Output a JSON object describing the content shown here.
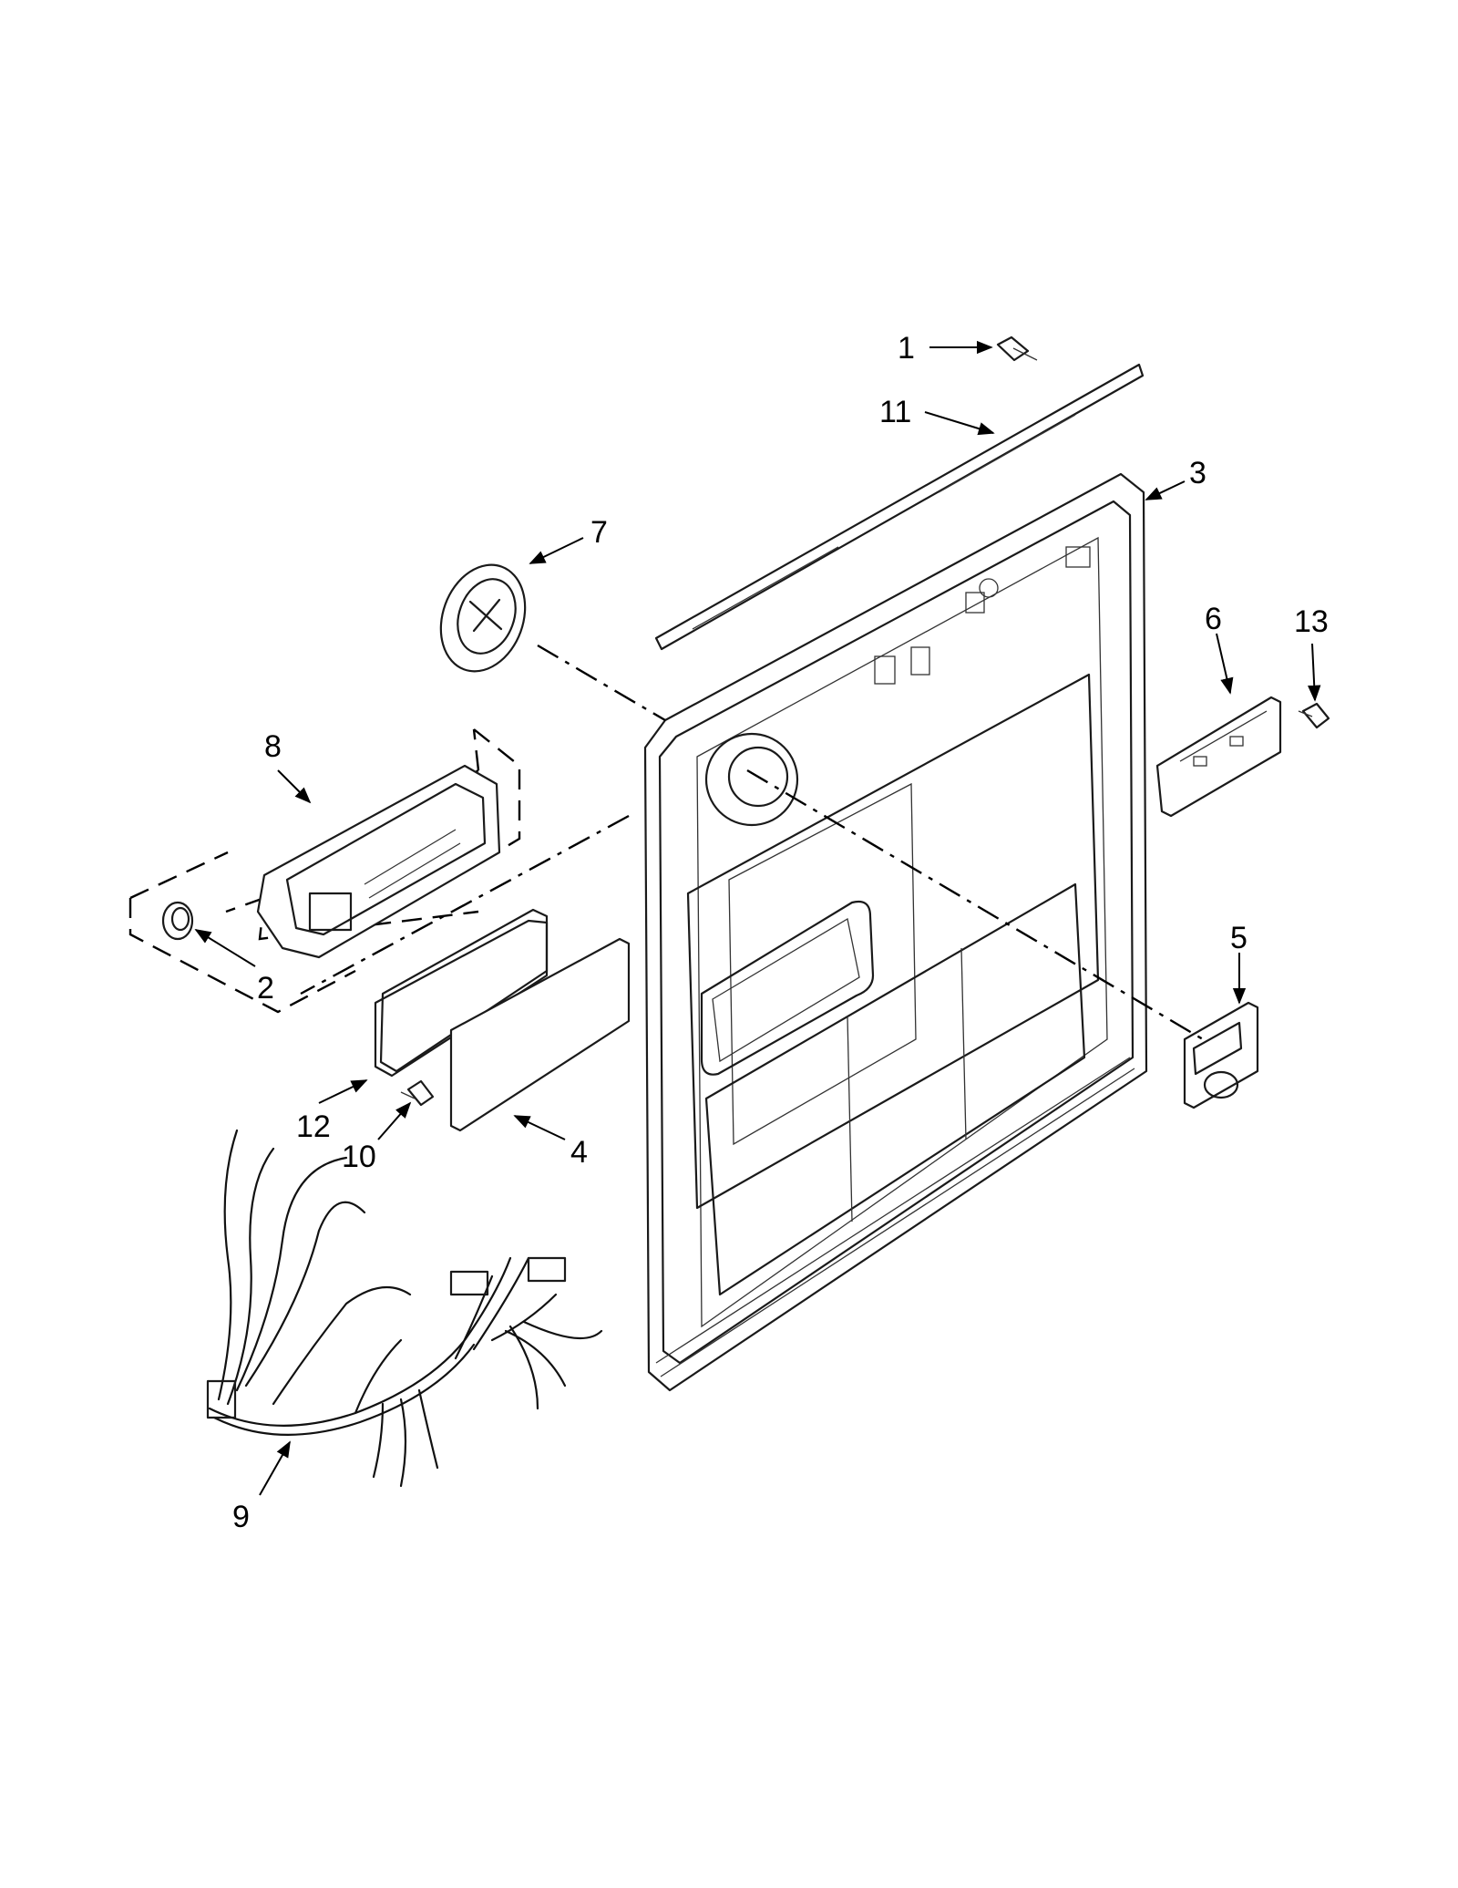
{
  "callouts": [
    {
      "id": "1",
      "label": "1"
    },
    {
      "id": "2",
      "label": "2"
    },
    {
      "id": "3",
      "label": "3"
    },
    {
      "id": "4",
      "label": "4"
    },
    {
      "id": "5",
      "label": "5"
    },
    {
      "id": "6",
      "label": "6"
    },
    {
      "id": "7",
      "label": "7"
    },
    {
      "id": "8",
      "label": "8"
    },
    {
      "id": "9",
      "label": "9"
    },
    {
      "id": "10",
      "label": "10"
    },
    {
      "id": "11",
      "label": "11"
    },
    {
      "id": "12",
      "label": "12"
    },
    {
      "id": "13",
      "label": "13"
    }
  ],
  "colors": {
    "line": "#1a1a1a",
    "background": "#ffffff"
  }
}
